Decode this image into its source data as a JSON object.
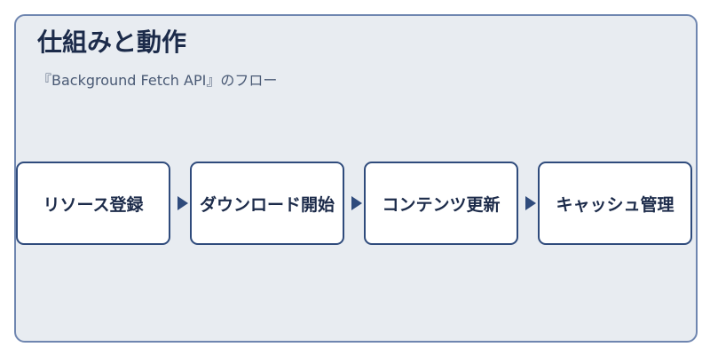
{
  "header": {
    "title": "仕組みと動作",
    "subtitle": "『Background Fetch API』のフロー"
  },
  "flow": {
    "steps": [
      {
        "label": "リソース登録"
      },
      {
        "label": "ダウンロード開始"
      },
      {
        "label": "コンテンツ更新"
      },
      {
        "label": "キャッシュ管理"
      }
    ]
  },
  "colors": {
    "panel_background": "#e8ecf1",
    "panel_border": "#6f86b0",
    "box_border": "#2f4b7c",
    "text": "#1c2b4a"
  }
}
